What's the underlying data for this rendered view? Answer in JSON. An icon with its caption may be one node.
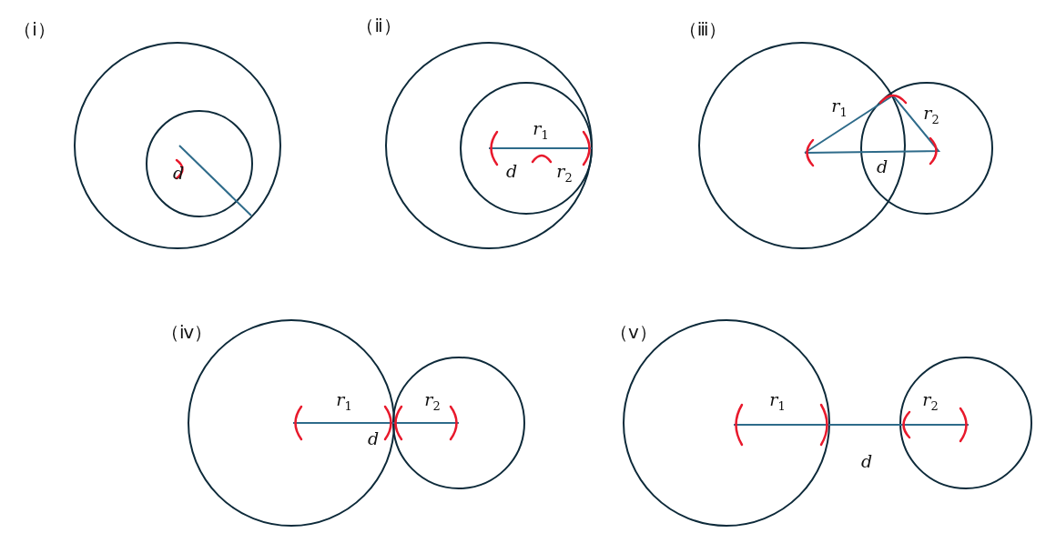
{
  "diagram": {
    "labels": [
      "（ⅰ）",
      "*d*",
      "（ⅱ）",
      "*r*$_{1}$",
      "*d*",
      "*r*$_{2}$",
      "（ⅲ）",
      "*r*$_{1}$",
      "*r*$_{2}$",
      "*d*",
      "（ⅳ）",
      "*r*$_{1}$",
      "*r*$_{2}$",
      "*d*",
      "（ⅴ）",
      "*r*$_{1}$",
      "*r*$_{2}$",
      "*d*"
    ]
  }
}
